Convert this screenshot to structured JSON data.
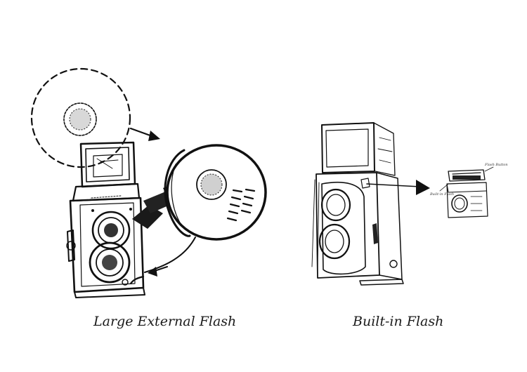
{
  "captions": {
    "left": "Large External Flash",
    "right": "Built-in Flash"
  },
  "inset": {
    "note_top": "Flash Button",
    "note_left": "Built-in Flash"
  },
  "colors": {
    "ink": "#111111",
    "background": "#ffffff"
  }
}
